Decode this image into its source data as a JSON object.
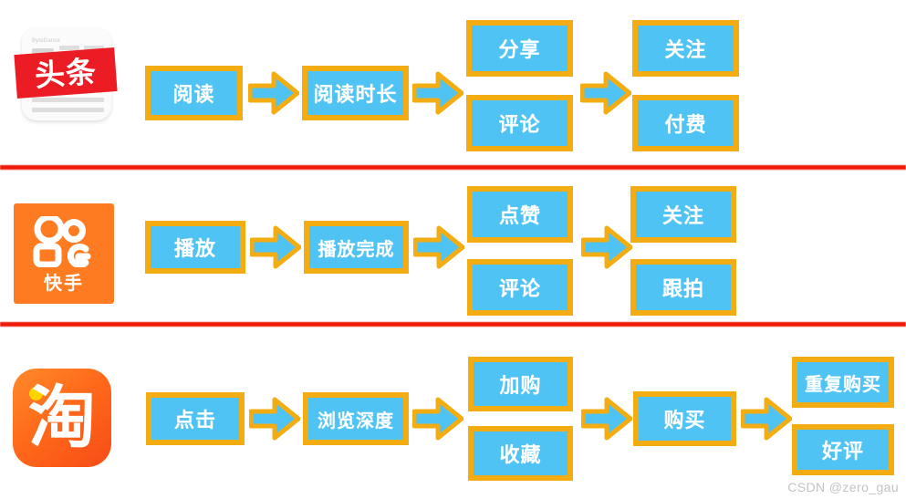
{
  "page": {
    "background": "#ffffff",
    "box_fill": "#4fc3f3",
    "box_border": "#f3ad12",
    "divider_color": "#f01a08",
    "watermark": "CSDN @zero_gau"
  },
  "rows": [
    {
      "id": "toutiao",
      "logo": {
        "name": "toutiao-logo",
        "text": "头条",
        "brand_small": "ByteDance",
        "background": "#ec1c24"
      },
      "steps": {
        "step1": "阅读",
        "step2": "阅读时长",
        "branch_a_top": "分享",
        "branch_a_bottom": "评论",
        "branch_b_top": "关注",
        "branch_b_bottom": "付费"
      }
    },
    {
      "id": "kuaishou",
      "logo": {
        "name": "kuaishou-logo",
        "text": "快手",
        "background": "#ff7b22"
      },
      "steps": {
        "step1": "播放",
        "step2": "播放完成",
        "branch_a_top": "点赞",
        "branch_a_bottom": "评论",
        "branch_b_top": "关注",
        "branch_b_bottom": "跟拍"
      }
    },
    {
      "id": "taobao",
      "logo": {
        "name": "taobao-logo",
        "text": "淘",
        "background": "#f74c17"
      },
      "steps": {
        "step1": "点击",
        "step2": "浏览深度",
        "branch_a_top": "加购",
        "branch_a_bottom": "收藏",
        "merge": "购买",
        "branch_b_top": "重复购买",
        "branch_b_bottom": "好评"
      }
    }
  ]
}
